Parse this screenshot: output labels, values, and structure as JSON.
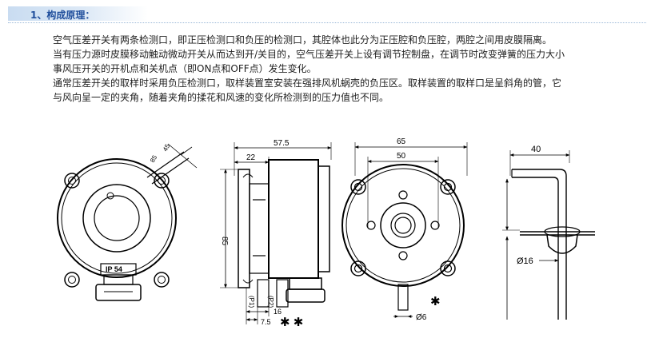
{
  "section": {
    "number": "1、",
    "title": "构成原理："
  },
  "paragraphs": [
    "空气压差开关有两条检测口，即正压检测口和负压的检测口，其腔体也此分为正压腔和负压腔，两腔之间用皮膜隔离。",
    "当有压力源时皮膜移动触动微动开关从而达到开/关目的，空气压差开关上设有调节控制盘，在调节时改变弹簧的压力大小",
    "事风压开关的开机点和关机点（即ON点和OFF点）发生变化。",
    "通常压差开关的取样时采用负压检测口，取样装置室安装在强排风机蜗壳的负压区。取样装置的取样口是呈斜角的管，它",
    "与风向呈一定的夹角，随着夹角的揉花和风速的变化所检测到的压力值也不同。"
  ],
  "figure": {
    "front_view": {
      "label_ip": "IP 54",
      "dim_45": "45",
      "dim_85": "85"
    },
    "side_view": {
      "dim_width": "57.5",
      "dim_22": "22",
      "dim_height": "85",
      "dim_p1": "(P1)",
      "dim_p2": "(P2)",
      "dim_16": "16",
      "dim_75": "7.5",
      "star": "✱ ✱"
    },
    "back_view": {
      "dim_65": "65",
      "dim_50": "50",
      "dim_phi6": "Ø6",
      "star": "✱"
    },
    "probe": {
      "dim_40": "40",
      "dim_phi16": "Ø16"
    }
  }
}
